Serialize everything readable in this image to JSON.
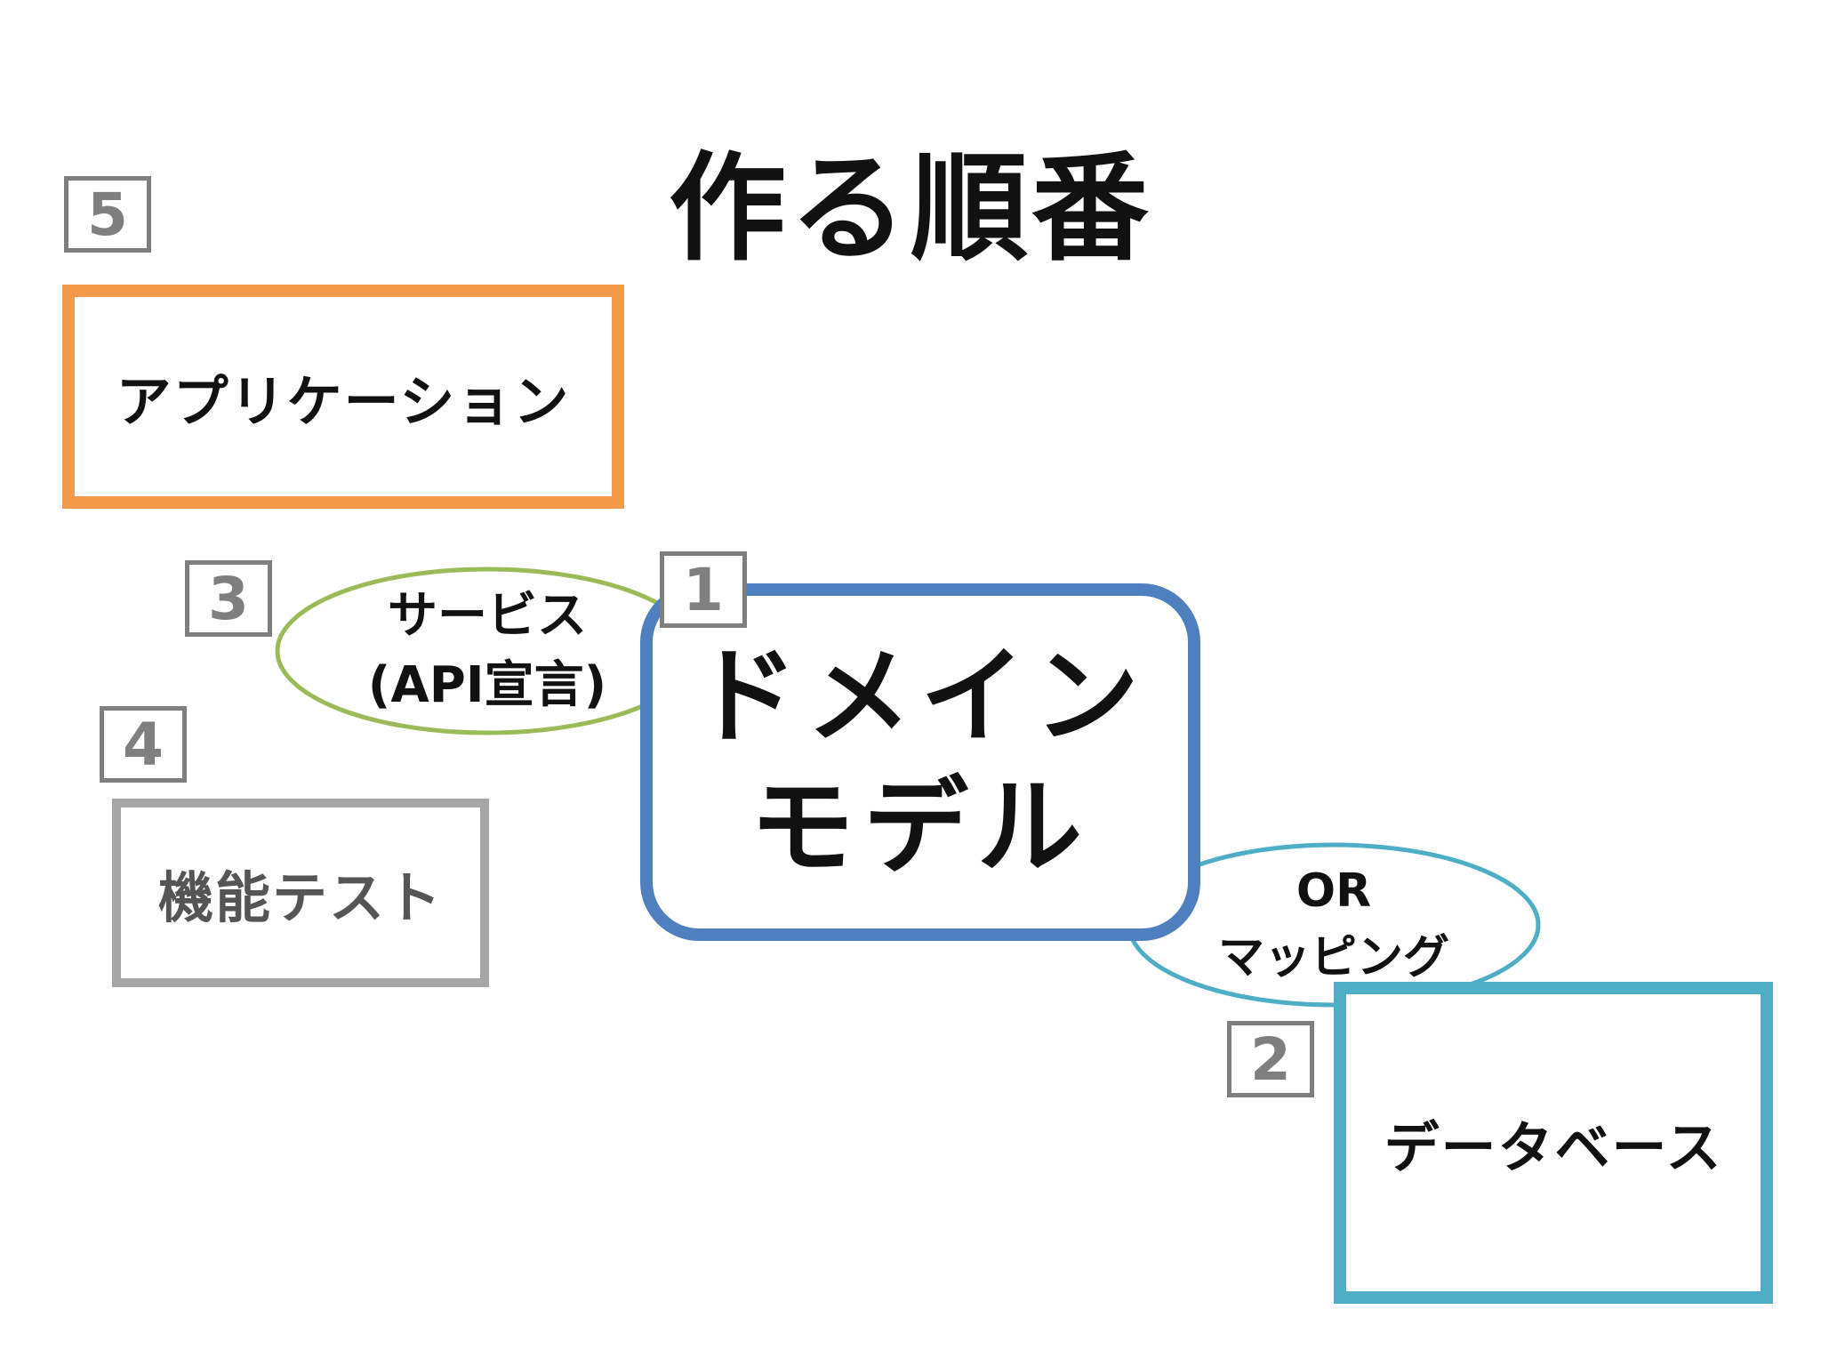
{
  "title": "作る順番",
  "nodes": {
    "application": {
      "label": "アプリケーション",
      "badge": "5",
      "color": "#f59a4b"
    },
    "functional_test": {
      "label": "機能テスト",
      "badge": "4",
      "color": "#a5a5a5"
    },
    "domain_model": {
      "line1": "ドメイン",
      "line2": "モデル",
      "badge": "1",
      "color": "#4e7fbe"
    },
    "database": {
      "label": "データベース",
      "badge": "2",
      "color": "#4daec6"
    }
  },
  "connectors": {
    "service": {
      "line1": "サービス",
      "line2": "(API宣言)",
      "badge": "3",
      "color": "#9bbb59"
    },
    "or_mapping": {
      "line1": "OR",
      "line2": "マッピング",
      "color": "#4daec6"
    }
  }
}
